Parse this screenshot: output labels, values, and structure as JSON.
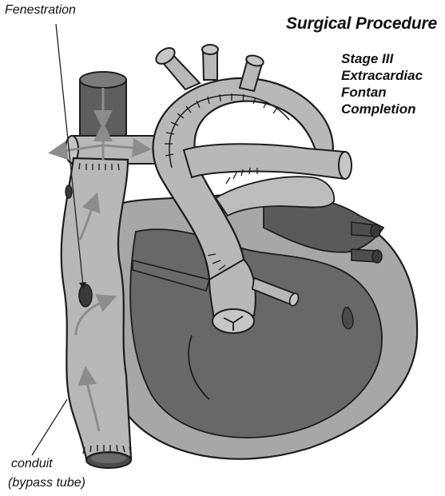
{
  "title": "Surgical Procedure",
  "stage": [
    "Stage III",
    "Extracardiac",
    "Fontan",
    "Completion"
  ],
  "labels": {
    "fenestration": "Fenestration",
    "conduit": "conduit",
    "bypass": "(bypass tube)"
  },
  "colors": {
    "vessel_light": "#b8b8b8",
    "chamber_dark": "#686868",
    "vena_cava_dark": "#5e5e5e",
    "outline": "#1c1c1c",
    "arrow": "#8c8c8c",
    "heart_mid": "#a7a7a7"
  }
}
